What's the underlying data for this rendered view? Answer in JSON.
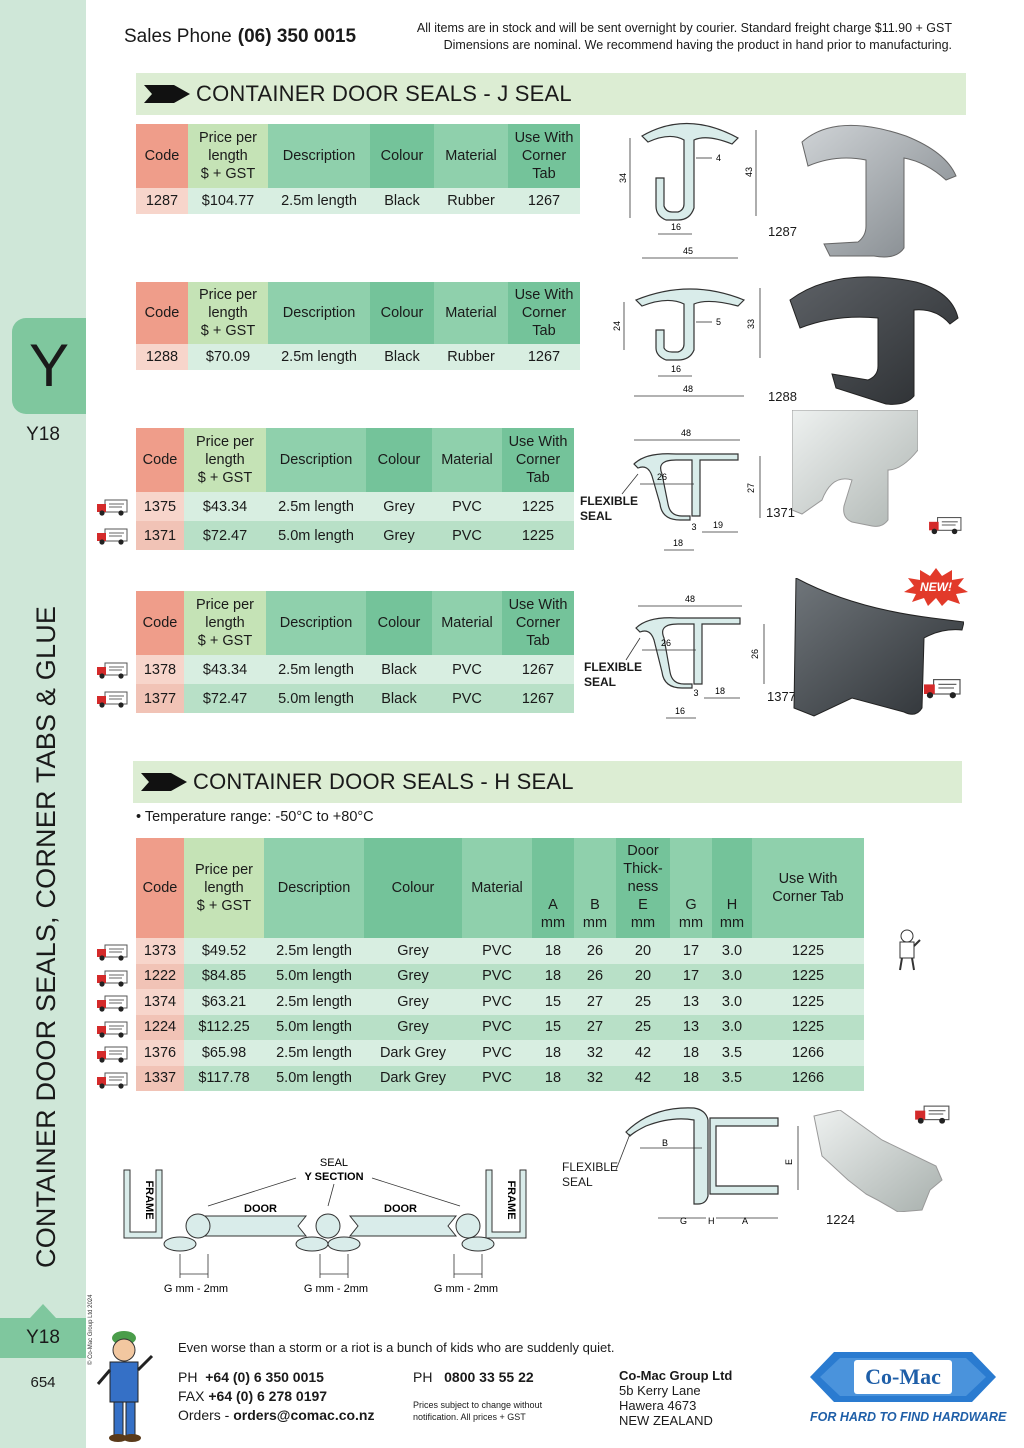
{
  "header": {
    "sales_label": "Sales Phone",
    "sales_phone": "(06) 350 0015",
    "notice_line1": "All items are in stock and will be sent overnight by courier. Standard freight charge $11.90 + GST",
    "notice_line2": "Dimensions are nominal. We recommend having the product in hand prior to manufacturing."
  },
  "sidebar": {
    "tab_letter": "Y",
    "section_code": "Y18",
    "vertical_title": "CONTAINER DOOR SEALS, CORNER TABS & GLUE",
    "copyright": "© Co-Mac Group Ltd 2024",
    "bottom_code": "Y18",
    "page_number": "654"
  },
  "sections": {
    "j_seal_title": "CONTAINER DOOR SEALS - J SEAL",
    "h_seal_title": "CONTAINER DOOR SEALS - H SEAL",
    "h_seal_note": "• Temperature range: -50°C to +80°C"
  },
  "j_tables": {
    "headers": {
      "code": "Code",
      "price_1": "Price per",
      "price_2": "length",
      "price_3": "$ + GST",
      "description": "Description",
      "colour": "Colour",
      "material": "Material",
      "use_1": "Use With",
      "use_2": "Corner",
      "use_3": "Tab"
    },
    "t1": [
      {
        "code": "1287",
        "price": "$104.77",
        "description": "2.5m length",
        "colour": "Black",
        "material": "Rubber",
        "use_with": "1267"
      }
    ],
    "t2": [
      {
        "code": "1288",
        "price": "$70.09",
        "description": "2.5m length",
        "colour": "Black",
        "material": "Rubber",
        "use_with": "1267"
      }
    ],
    "t3": [
      {
        "code": "1375",
        "price": "$43.34",
        "description": "2.5m length",
        "colour": "Grey",
        "material": "PVC",
        "use_with": "1225"
      },
      {
        "code": "1371",
        "price": "$72.47",
        "description": "5.0m length",
        "colour": "Grey",
        "material": "PVC",
        "use_with": "1225"
      }
    ],
    "t4": [
      {
        "code": "1378",
        "price": "$43.34",
        "description": "2.5m length",
        "colour": "Black",
        "material": "PVC",
        "use_with": "1267"
      },
      {
        "code": "1377",
        "price": "$72.47",
        "description": "5.0m length",
        "colour": "Black",
        "material": "PVC",
        "use_with": "1267"
      }
    ]
  },
  "h_table": {
    "headers": {
      "code": "Code",
      "price_1": "Price per",
      "price_2": "length",
      "price_3": "$ + GST",
      "description": "Description",
      "colour": "Colour",
      "material": "Material",
      "a_1": "A",
      "a_2": "mm",
      "b_1": "B",
      "b_2": "mm",
      "e_1": "Door",
      "e_2": "Thick-",
      "e_3": "ness",
      "e_4": "E",
      "e_5": "mm",
      "g_1": "G",
      "g_2": "mm",
      "h_1": "H",
      "h_2": "mm",
      "use_1": "Use With",
      "use_2": "Corner Tab"
    },
    "rows": [
      {
        "code": "1373",
        "price": "$49.52",
        "description": "2.5m length",
        "colour": "Grey",
        "material": "PVC",
        "a": "18",
        "b": "26",
        "e": "20",
        "g": "17",
        "h": "3.0",
        "use_with": "1225"
      },
      {
        "code": "1222",
        "price": "$84.85",
        "description": "5.0m length",
        "colour": "Grey",
        "material": "PVC",
        "a": "18",
        "b": "26",
        "e": "20",
        "g": "17",
        "h": "3.0",
        "use_with": "1225"
      },
      {
        "code": "1374",
        "price": "$63.21",
        "description": "2.5m length",
        "colour": "Grey",
        "material": "PVC",
        "a": "15",
        "b": "27",
        "e": "25",
        "g": "13",
        "h": "3.0",
        "use_with": "1225"
      },
      {
        "code": "1224",
        "price": "$112.25",
        "description": "5.0m length",
        "colour": "Grey",
        "material": "PVC",
        "a": "15",
        "b": "27",
        "e": "25",
        "g": "13",
        "h": "3.0",
        "use_with": "1225"
      },
      {
        "code": "1376",
        "price": "$65.98",
        "description": "2.5m length",
        "colour": "Dark Grey",
        "material": "PVC",
        "a": "18",
        "b": "32",
        "e": "42",
        "g": "18",
        "h": "3.5",
        "use_with": "1266"
      },
      {
        "code": "1337",
        "price": "$117.78",
        "description": "5.0m length",
        "colour": "Dark Grey",
        "material": "PVC",
        "a": "18",
        "b": "32",
        "e": "42",
        "g": "18",
        "h": "3.5",
        "use_with": "1266"
      }
    ]
  },
  "diagrams": {
    "d1287": {
      "dim_34": "34",
      "dim_4": "4",
      "dim_43": "43",
      "dim_16": "16",
      "dim_45": "45",
      "code": "1287"
    },
    "d1288": {
      "dim_24": "24",
      "dim_5": "5",
      "dim_33": "33",
      "dim_16": "16",
      "dim_48": "48",
      "code": "1288"
    },
    "d1371": {
      "dim_48": "48",
      "dim_26": "26",
      "dim_27": "27",
      "dim_3": "3",
      "dim_19": "19",
      "dim_18": "18",
      "flex_1": "FLEXIBLE",
      "flex_2": "SEAL",
      "code": "1371"
    },
    "d1377": {
      "dim_48": "48",
      "dim_26": "26",
      "dim_26b": "26",
      "dim_3": "3",
      "dim_18": "18",
      "dim_16": "16",
      "flex_1": "FLEXIBLE",
      "flex_2": "SEAL",
      "code": "1377",
      "new_badge": "NEW!"
    },
    "d1224": {
      "dim_b": "B",
      "dim_e": "E",
      "dim_g": "G",
      "dim_h": "H",
      "dim_a": "A",
      "flex_1": "FLEXIBLE",
      "flex_2": "SEAL",
      "code": "1224"
    },
    "install": {
      "seal_1": "SEAL",
      "seal_2": "Y SECTION",
      "frame": "FRAME",
      "door": "DOOR",
      "gap": "G mm - 2mm"
    }
  },
  "footer": {
    "quote": "Even worse than a storm or a riot is a bunch of kids who are suddenly quiet.",
    "ph_label": "PH",
    "ph_value": "+64 (0) 6 350 0015",
    "fax_label": "FAX",
    "fax_value": "+64 (0) 6 278 0197",
    "orders_label": "Orders -",
    "orders_value": "orders@comac.co.nz",
    "ph2_label": "PH",
    "ph2_value": "0800 33 55 22",
    "prices_note_1": "Prices subject to change without",
    "prices_note_2": "notification. All prices + GST",
    "company": "Co-Mac Group Ltd",
    "addr_1": "5b Kerry Lane",
    "addr_2": "Hawera 4673",
    "addr_3": "NEW ZEALAND",
    "logo_text": "Co-Mac",
    "tagline": "FOR HARD TO FIND HARDWARE"
  },
  "colors": {
    "sidebar_bg": "#cfe7d8",
    "accent_green": "#7fc79e",
    "banner_bg": "#dcedd3",
    "code_header": "#ef9d8a",
    "brand_blue": "#1f5fa8"
  }
}
